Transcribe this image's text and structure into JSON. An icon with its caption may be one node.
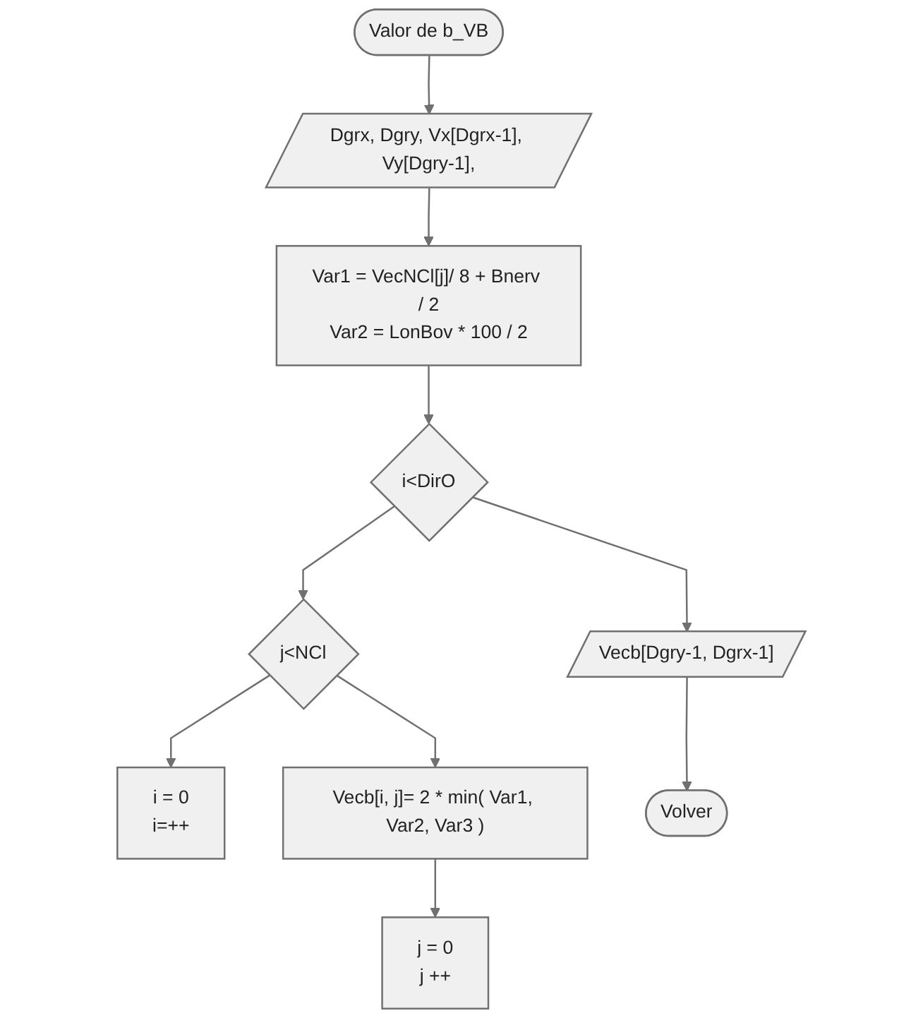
{
  "diagram": {
    "nodes": [
      {
        "text": [
          "Valor de b_VB"
        ]
      },
      {
        "text": [
          "Dgrx, Dgry, Vx[Dgrx-1], Vy[Dgry-1],"
        ]
      },
      {
        "text": [
          "Var1 = VecNCl[j]/ 8 + Bnerv / 2",
          "Var2 = LonBov * 100 / 2"
        ]
      },
      {
        "text": [
          "i<DirO"
        ]
      },
      {
        "text": [
          "i = 0",
          "i=++"
        ]
      },
      {
        "text": [
          "j<NCl"
        ]
      },
      {
        "text": [
          "j = 0",
          "j ++"
        ]
      },
      {
        "text": [
          "Vecb[i, j]= 2 * min( Var1, Var2, Var3 )"
        ]
      },
      {
        "text": [
          "Vecb[Dgry-1, Dgrx-1]"
        ]
      },
      {
        "text": [
          "Volver"
        ]
      }
    ],
    "edges": [
      {
        "from": 0,
        "to": 1,
        "arrow": "to"
      },
      {
        "from": 1,
        "to": 2,
        "arrow": "to"
      },
      {
        "from": 2,
        "to": 3,
        "arrow": "to"
      },
      {
        "from": 3,
        "to": 5,
        "arrow": "to"
      },
      {
        "from": 5,
        "to": 7,
        "arrow": "to"
      },
      {
        "from": 7,
        "to": 6,
        "arrow": "to"
      },
      {
        "from": 5,
        "to": 4,
        "arrow": "to"
      },
      {
        "from": 3,
        "to": 8,
        "arrow": "to"
      },
      {
        "from": 8,
        "to": 9,
        "arrow": "to"
      }
    ]
  }
}
